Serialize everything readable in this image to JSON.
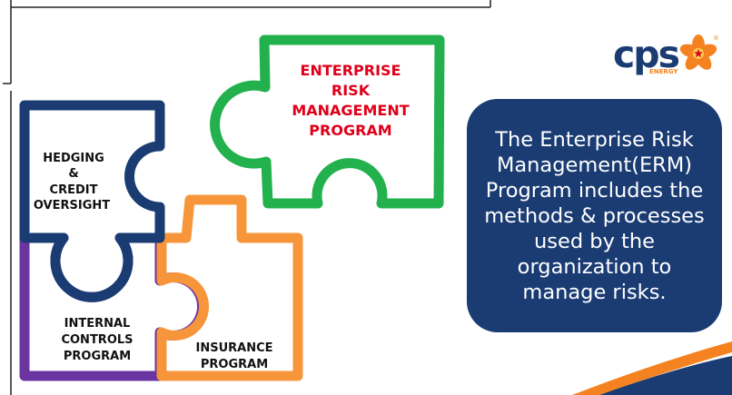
{
  "pieces": {
    "enterprise": {
      "label": [
        "ENTERPRISE",
        "RISK",
        "MANAGEMENT",
        "PROGRAM"
      ],
      "color": "#22b14c",
      "text_color": "#e0001b"
    },
    "hedging": {
      "label": [
        "HEDGING",
        "&",
        "CREDIT",
        "OVERSIGHT"
      ],
      "color": "#1a3c73",
      "text_color": "#111111"
    },
    "internal": {
      "label": [
        "INTERNAL",
        "CONTROLS",
        "PROGRAM"
      ],
      "color": "#6a35a0",
      "text_color": "#111111"
    },
    "insurance": {
      "label": [
        "INSURANCE",
        "PROGRAM"
      ],
      "color": "#f7953b",
      "text_color": "#111111"
    }
  },
  "info_box": {
    "text": "The Enterprise Risk Management(ERM) Program includes the methods & processes used by the organization to manage risks.",
    "color": "#1a3c73"
  },
  "logo": {
    "letters": "cps",
    "subtext": "ENERGY",
    "registered": "®",
    "flower_color": "#f58220"
  },
  "colors": {
    "swoosh_orange": "#f58220",
    "swoosh_navy": "#1a3c73"
  }
}
